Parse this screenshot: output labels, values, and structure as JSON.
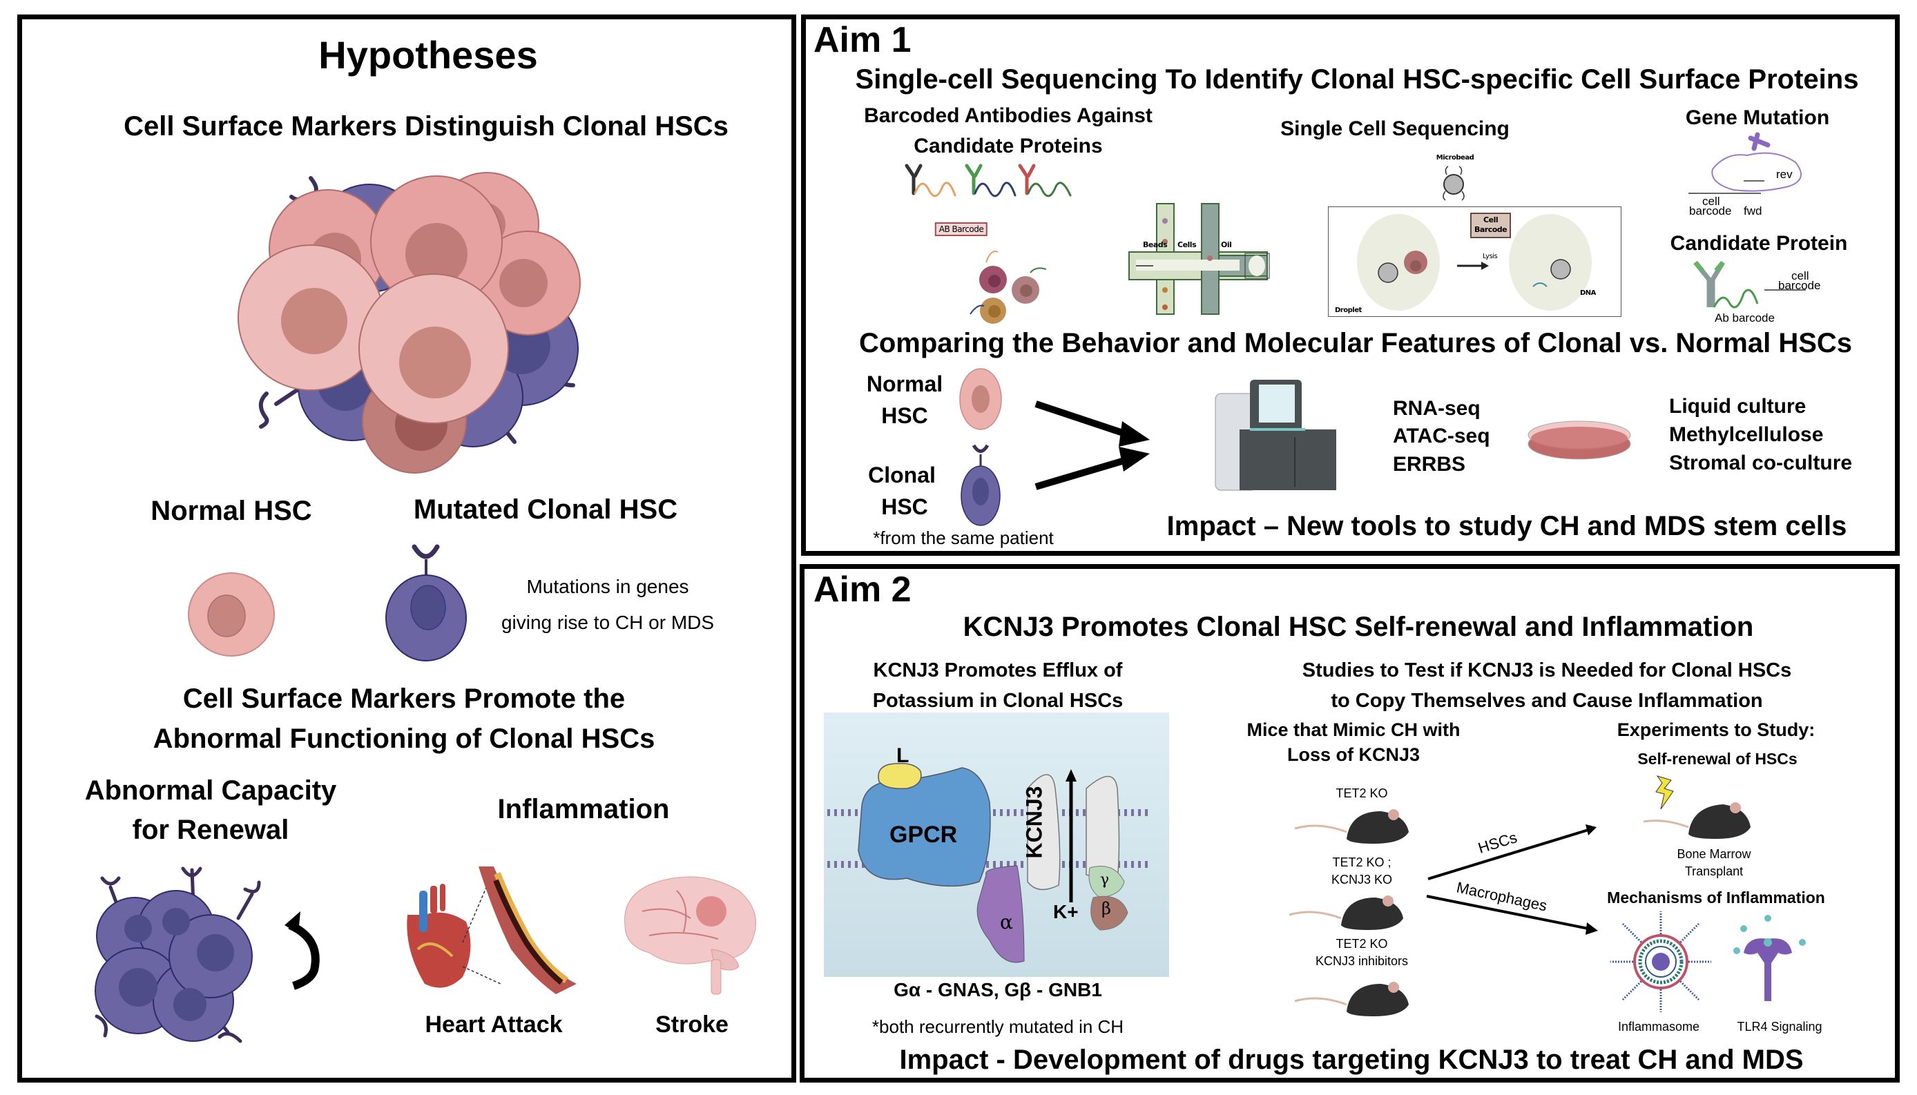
{
  "hypotheses": {
    "title": "Hypotheses",
    "h1": "Cell Surface Markers Distinguish Clonal HSCs",
    "normal_label": "Normal HSC",
    "mutated_label": "Mutated Clonal HSC",
    "mutation_note_1": "Mutations in genes",
    "mutation_note_2": "giving rise to CH or MDS",
    "h2_line1": "Cell Surface Markers Promote the",
    "h2_line2": "Abnormal Functioning of Clonal HSCs",
    "renewal_line1": "Abnormal Capacity",
    "renewal_line2": "for Renewal",
    "inflammation": "Inflammation",
    "heart_attack": "Heart Attack",
    "stroke": "Stroke"
  },
  "aim1": {
    "label": "Aim 1",
    "title": "Single-cell Sequencing To Identify Clonal HSC-specific Cell Surface Proteins",
    "antibodies_line1": "Barcoded Antibodies Against",
    "antibodies_line2": "Candidate Proteins",
    "ab_barcode": "AB Barcode",
    "single_cell": "Single Cell Sequencing",
    "microbead": "Microbead",
    "cell_barcode_1": "Cell",
    "cell_barcode_2": "Barcode",
    "beads": "Beads",
    "cells": "Cells",
    "oil": "Oil",
    "lysis": "Lysis",
    "dna": "DNA",
    "droplet": "Droplet",
    "gene_mutation": "Gene Mutation",
    "gm_rev": "rev",
    "gm_cell": "cell",
    "gm_barcode": "barcode",
    "gm_fwd": "fwd",
    "candidate_protein": "Candidate Protein",
    "cp_cell": "cell",
    "cp_barcode": "barcode",
    "cp_ab_barcode": "Ab barcode",
    "comparing": "Comparing the Behavior and Molecular Features of Clonal vs. Normal HSCs",
    "normal_1": "Normal",
    "normal_2": "HSC",
    "clonal_1": "Clonal",
    "clonal_2": "HSC",
    "same_patient": "*from the same patient",
    "assays": [
      "RNA-seq",
      "ATAC-seq",
      "ERRBS"
    ],
    "cultures": [
      "Liquid culture",
      "Methylcellulose",
      "Stromal co-culture"
    ],
    "impact": "Impact – New tools to study CH and MDS stem cells"
  },
  "aim2": {
    "label": "Aim 2",
    "title": "KCNJ3 Promotes Clonal HSC Self-renewal and Inflammation",
    "efflux_line1": "KCNJ3 Promotes Efflux of",
    "efflux_line2": "Potassium in Clonal HSCs",
    "diagram": {
      "ligand": "L",
      "gpcr": "GPCR",
      "kcnj3": "KCNJ3",
      "alpha": "α",
      "beta": "β",
      "gamma": "γ",
      "k_plus": "K+"
    },
    "gene_map": "Gα - GNAS, Gβ - GNB1",
    "mutated_note": "*both recurrently mutated in CH",
    "studies_line1": "Studies to Test if KCNJ3 is Needed for Clonal HSCs",
    "studies_line2": "to Copy Themselves and Cause Inflammation",
    "mice_line1": "Mice that Mimic CH with",
    "mice_line2": "Loss of KCNJ3",
    "mice": [
      {
        "line1": "TET2 KO",
        "line2": ""
      },
      {
        "line1": "TET2 KO ;",
        "line2": "KCNJ3 KO"
      },
      {
        "line1": "TET2 KO",
        "line2": "KCNJ3 inhibitors"
      }
    ],
    "arrow_hscs": "HSCs",
    "arrow_macrophages": "Macrophages",
    "experiments": "Experiments to Study:",
    "self_renewal": "Self-renewal of HSCs",
    "bmt_line1": "Bone Marrow",
    "bmt_line2": "Transplant",
    "mechanisms": "Mechanisms of Inflammation",
    "inflammasome": "Inflammasome",
    "tlr4": "TLR4 Signaling",
    "impact": "Impact - Development of drugs targeting KCNJ3 to treat CH and MDS"
  },
  "colors": {
    "normal_cell": "#e8a9a6",
    "normal_nucleus": "#c07c78",
    "clonal_cell": "#6b66a3",
    "clonal_nucleus": "#4f4c8a",
    "receptor": "#3d2f5b",
    "gpcr_blue": "#5e99cf",
    "gpcr_bg": "#d7e7ee"
  }
}
